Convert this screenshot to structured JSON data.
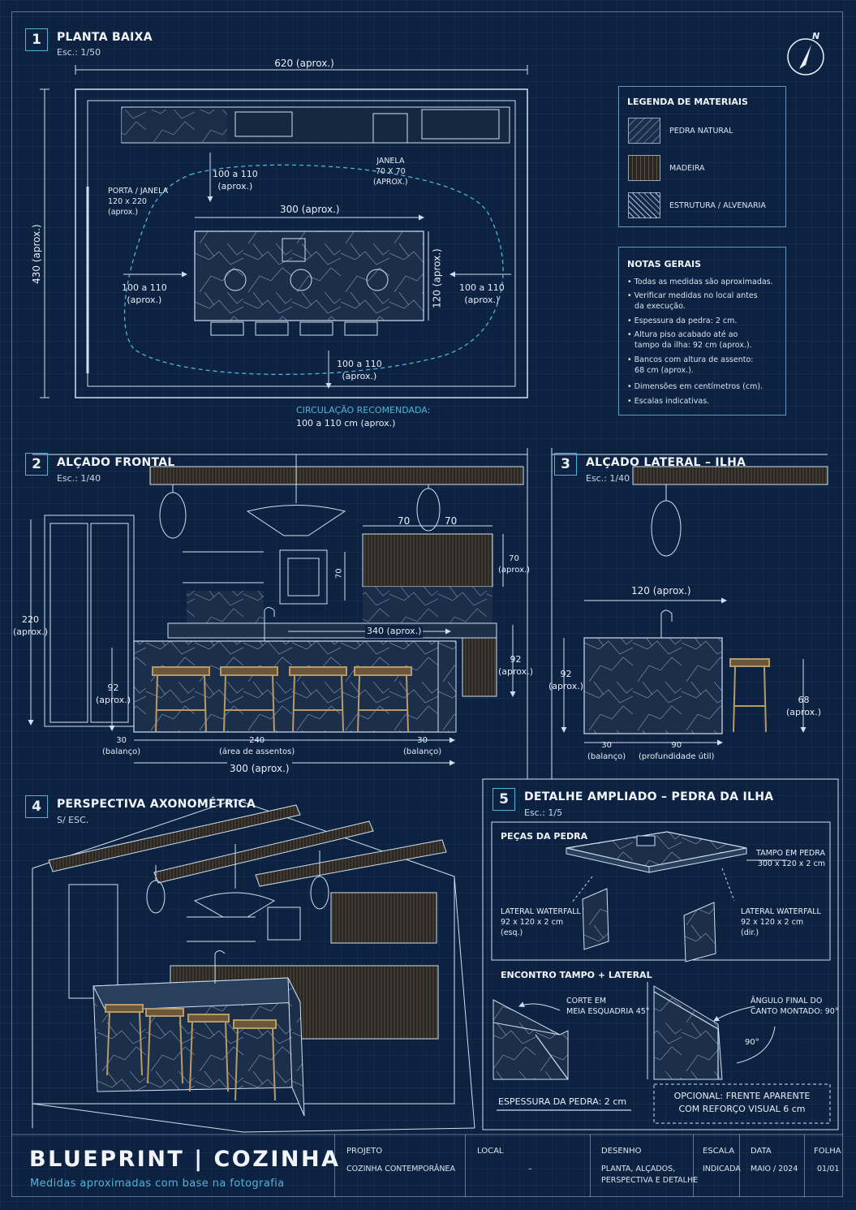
{
  "sections": {
    "s1": {
      "number": "1",
      "title": "PLANTA BAIXA",
      "scale": "Esc.: 1/50"
    },
    "s2": {
      "number": "2",
      "title": "ALÇADO FRONTAL",
      "scale": "Esc.: 1/40"
    },
    "s3": {
      "number": "3",
      "title": "ALÇADO LATERAL – ILHA",
      "scale": "Esc.: 1/40"
    },
    "s4": {
      "number": "4",
      "title": "PERSPECTIVA AXONOMÉTRICA",
      "scale": "S/ ESC."
    },
    "s5": {
      "number": "5",
      "title": "DETALHE AMPLIADO – PEDRA DA ILHA",
      "scale": "Esc.: 1/5"
    }
  },
  "north": "N",
  "plan": {
    "width_total": "620 (aprox.)",
    "depth_total": "430 (aprox.)",
    "door": "PORTA / JANELA\n120 x 220\n(aprox.)",
    "window": "JANELA\n70 x 70\n(aprox.)",
    "clear_top": "100 a 110\n(aprox.)",
    "clear_left": "100 a 110\n(aprox.)",
    "clear_right": "100 a 110\n(aprox.)",
    "clear_bottom": "100 a 110\n(aprox.)",
    "island_len": "300 (aprox.)",
    "island_w": "120 (aprox.)",
    "circ_title": "CIRCULAÇÃO RECOMENDADA:",
    "circ_value": "100 a 110 cm (aprox.)"
  },
  "legend": {
    "title": "LEGENDA DE MATERIAIS",
    "items": [
      "PEDRA NATURAL",
      "MADEIRA",
      "ESTRUTURA / ALVENARIA"
    ]
  },
  "notes": {
    "title": "NOTAS GERAIS",
    "items": [
      "• Todas as medidas são aproximadas.",
      "• Verificar medidas no local antes\n   da execução.",
      "• Espessura da pedra: 2 cm.",
      "• Altura piso acabado até ao\n   tampo da ilha: 92 cm (aprox.).",
      "• Bancos com altura de assento:\n   68 cm (aprox.).",
      "• Dimensões em centímetros (cm).",
      "• Escalas indicativas."
    ]
  },
  "front": {
    "door_h": "220\n(aprox.)",
    "island_h_left": "92\n(aprox.)",
    "island_h_right": "92\n(aprox.)",
    "cab_w1": "70",
    "cab_w2": "70",
    "cab_h": "70\n(aprox.)",
    "mirror": "70",
    "counter_len": "340 (aprox.)",
    "overhang_l": "30\n(balanço)",
    "seating": "240\n(área de assentos)",
    "overhang_r": "30\n(balanço)",
    "total": "300 (aprox.)"
  },
  "side": {
    "width": "120 (aprox.)",
    "height": "92\n(aprox.)",
    "stool": "68\n(aprox.)",
    "overhang": "30\n(balanço)",
    "depth": "90\n(profundidade útil)"
  },
  "detail": {
    "pieces_title": "PEÇAS DA PEDRA",
    "top": "TAMPO EM PEDRA\n300 x 120 x 2 cm",
    "left": "LATERAL WATERFALL\n92 x 120 x 2 cm\n(esq.)",
    "right": "LATERAL WATERFALL\n92 x 120 x 2 cm\n(dir.)",
    "joint_title": "ENCONTRO TAMPO + LATERAL",
    "miter": "CORTE EM\nMEIA ESQUADRIA 45°",
    "angle": "ÂNGULO FINAL DO\nCANTO MONTADO: 90°",
    "angle_mark": "90°",
    "thickness": "ESPESSURA DA PEDRA: 2 cm",
    "optional": "OPCIONAL: FRENTE APARENTE\nCOM REFORÇO VISUAL 6 cm"
  },
  "titleblock": {
    "title": "BLUEPRINT | COZINHA",
    "subtitle": "Medidas aproximadas com base na fotografia",
    "projeto_h": "PROJETO",
    "projeto_v": "COZINHA CONTEMPORÂNEA",
    "local_h": "LOCAL",
    "local_v": "–",
    "desenho_h": "DESENHO",
    "desenho_v": "PLANTA, ALÇADOS,\nPERSPECTIVA E DETALHE",
    "escala_h": "ESCALA",
    "escala_v": "INDICADA",
    "data_h": "DATA",
    "data_v": "MAIO / 2024",
    "folha_h": "FOLHA",
    "folha_v": "01/01"
  },
  "colors": {
    "background": "#0d2240",
    "accent": "#4fb4d8",
    "line": "#cfe0f2"
  }
}
